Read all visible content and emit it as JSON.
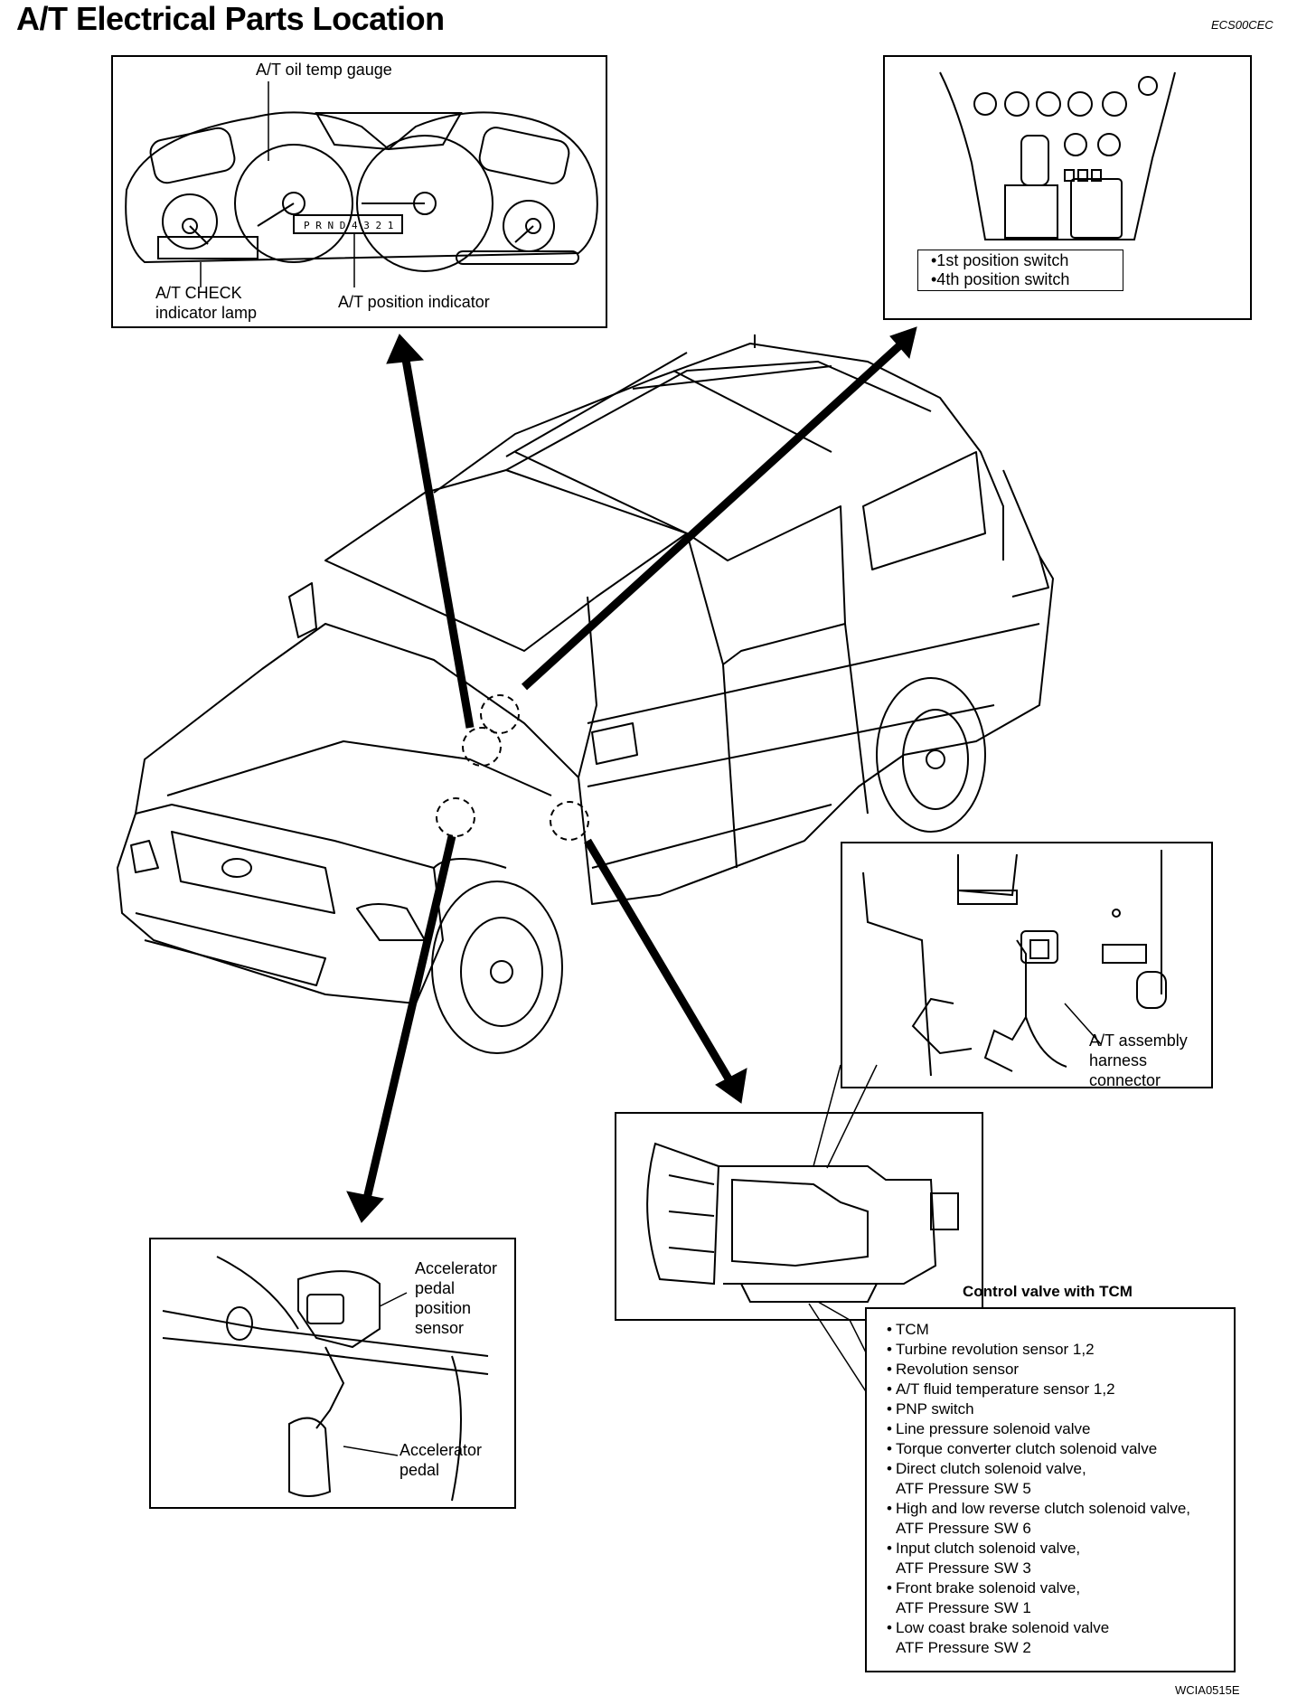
{
  "header": {
    "title": "A/T Electrical Parts Location",
    "doc_code": "ECS00CEC",
    "figure_code": "WCIA0515E"
  },
  "cluster_box": {
    "oil_temp_gauge": "A/T oil temp gauge",
    "check_lamp_line1": "A/T CHECK",
    "check_lamp_line2": "indicator lamp",
    "position_indicator": "A/T position indicator",
    "indicator_display": "P R N D 4 3 2 1"
  },
  "shifter_box": {
    "switches": [
      "•1st position switch",
      "•4th position switch"
    ]
  },
  "connector_box": {
    "label": [
      "A/T assembly",
      "harness",
      "connector"
    ]
  },
  "pedal_box": {
    "sensor_label": [
      "Accelerator",
      "pedal",
      "position",
      "sensor"
    ],
    "pedal_label": [
      "Accelerator",
      "pedal"
    ]
  },
  "transmission_box": {
    "caption": "Control valve with TCM"
  },
  "tcm_components": [
    {
      "line1": "TCM"
    },
    {
      "line1": "Turbine revolution sensor 1,2"
    },
    {
      "line1": "Revolution sensor"
    },
    {
      "line1": "A/T fluid temperature sensor 1,2"
    },
    {
      "line1": "PNP switch"
    },
    {
      "line1": "Line pressure solenoid valve"
    },
    {
      "line1": "Torque converter clutch solenoid valve"
    },
    {
      "line1": "Direct clutch solenoid valve,",
      "line2": "ATF Pressure SW 5"
    },
    {
      "line1": "High and low reverse clutch solenoid valve,",
      "line2": "ATF Pressure SW 6"
    },
    {
      "line1": "Input clutch solenoid valve,",
      "line2": "ATF Pressure SW 3"
    },
    {
      "line1": "Front brake solenoid valve,",
      "line2": "ATF Pressure SW 1"
    },
    {
      "line1": "Low coast brake solenoid valve",
      "line2": "ATF Pressure SW 2"
    }
  ],
  "icons": {
    "vehicle": "suv-illustration-icon",
    "cluster": "instrument-cluster-icon",
    "shifter": "shift-lever-icon",
    "transmission": "transmission-icon",
    "pedal": "accelerator-pedal-icon",
    "connector": "harness-connector-icon"
  }
}
